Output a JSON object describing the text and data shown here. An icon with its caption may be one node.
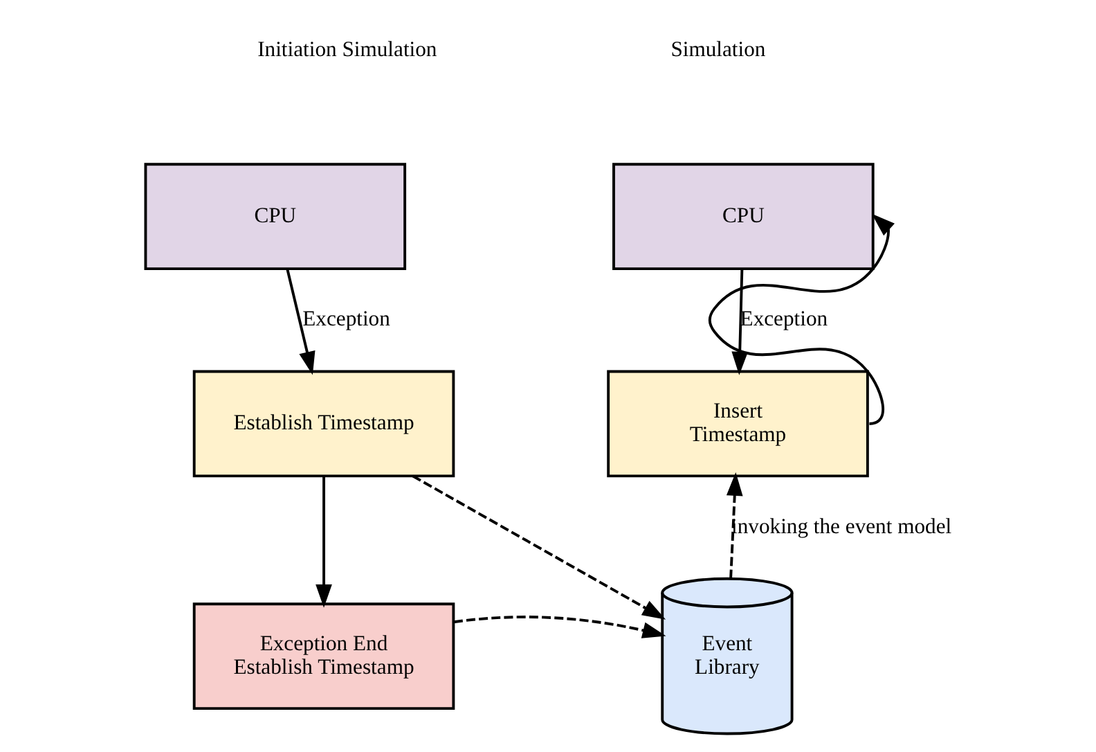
{
  "diagram": {
    "nodes": [
      {
        "text": [
          "CPU"
        ]
      },
      {
        "text": [
          "Establish Timestamp"
        ]
      },
      {
        "text": [
          "Exception End Establish Timestamp"
        ]
      },
      {
        "text": [
          "Event Library"
        ]
      },
      {
        "text": [
          "CPU"
        ]
      },
      {
        "text": [
          "Insert Timestamp"
        ]
      }
    ],
    "edges": [
      {
        "from": 0,
        "to": 1,
        "arrow": "to",
        "label": "Exception"
      },
      {
        "from": 1,
        "to": 2,
        "arrow": "to"
      },
      {
        "from": 1,
        "to": 3,
        "arrow": "to",
        "style": "dashed"
      },
      {
        "from": 2,
        "to": 3,
        "arrow": "to",
        "style": "dashed"
      },
      {
        "from": 3,
        "to": 5,
        "arrow": "to",
        "style": "dashed",
        "label": "invoking the event model"
      },
      {
        "from": 4,
        "to": 5,
        "arrow": "to",
        "label": "Exception"
      },
      {
        "from": 5,
        "to": 4,
        "arrow": "to"
      }
    ],
    "labels": [
      "Initiation Simulation",
      "Simulation"
    ]
  }
}
